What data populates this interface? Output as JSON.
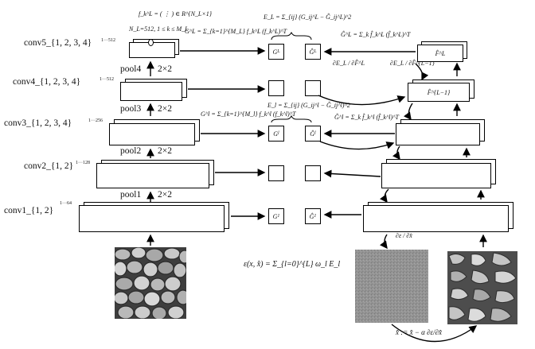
{
  "left_layers": [
    {
      "id": "conv5",
      "label": "conv5_{1, 2, 3, 4}",
      "range": "1···512"
    },
    {
      "id": "conv4",
      "label": "conv4_{1, 2, 3, 4}",
      "range": "1···512"
    },
    {
      "id": "conv3",
      "label": "conv3_{1, 2, 3, 4}",
      "range": "1···256"
    },
    {
      "id": "conv2",
      "label": "conv2_{1, 2}",
      "range": "1···128"
    },
    {
      "id": "conv1",
      "label": "conv1_{1, 2}",
      "range": "1···64"
    }
  ],
  "pools": [
    {
      "label": "pool4",
      "factor": "2×2"
    },
    {
      "label": "pool3",
      "factor": "2×2"
    },
    {
      "label": "pool2",
      "factor": "2×2"
    },
    {
      "label": "pool1",
      "factor": "2×2"
    }
  ],
  "grams": {
    "g5": "G",
    "g5_sup": "L",
    "gh5": "Ĝ",
    "gh5_sup": "L",
    "g3": "G",
    "g3_sup": "l",
    "gh3": "Ĝ",
    "gh3_sup": "l",
    "g1": "G",
    "g1_sup": "1",
    "gh1": "Ĝ",
    "gh1_sup": "1"
  },
  "equations": {
    "f_def": "f_k^L = ( ⋮ ) ∈ R^{N_L×1}",
    "nl": "N_L=512, 1 ≤ k ≤ M_L",
    "gl_top": "G^L = Σ_{k=1}^{M_L} f_k^L (f_k^L)^T",
    "el": "E_L = Σ_{ij} (G_ij^L − Ĝ_ij^L)^2",
    "ghl_top": "Ĝ^L = Σ_k f̂_k^L (f̂_k^L)^T",
    "dEdF": "∂E_L / ∂F̂^L",
    "dEdFm1": "∂E_L / ∂F̂^{L−1}",
    "gl_mid": "G^l = Σ_{k=1}^{M_l} f_k^l (f_k^l)^T",
    "el_mid": "E_l = Σ_{ij} (G_ij^l − Ĝ_ij^l)^2",
    "ghl_mid": "Ĝ^l = Σ_k f̂_k^l (f̂_k^l)^T",
    "loss": "ε(x, x̂) = Σ_{l=0}^{L} ω_l E_l",
    "grad": "∂ε / ∂x̂",
    "update": "x̂ := x̂ − α ∂ε/∂x̂"
  },
  "right_labels": {
    "fL": "F̂^L",
    "fLm1": "F̂^{L−1}"
  }
}
